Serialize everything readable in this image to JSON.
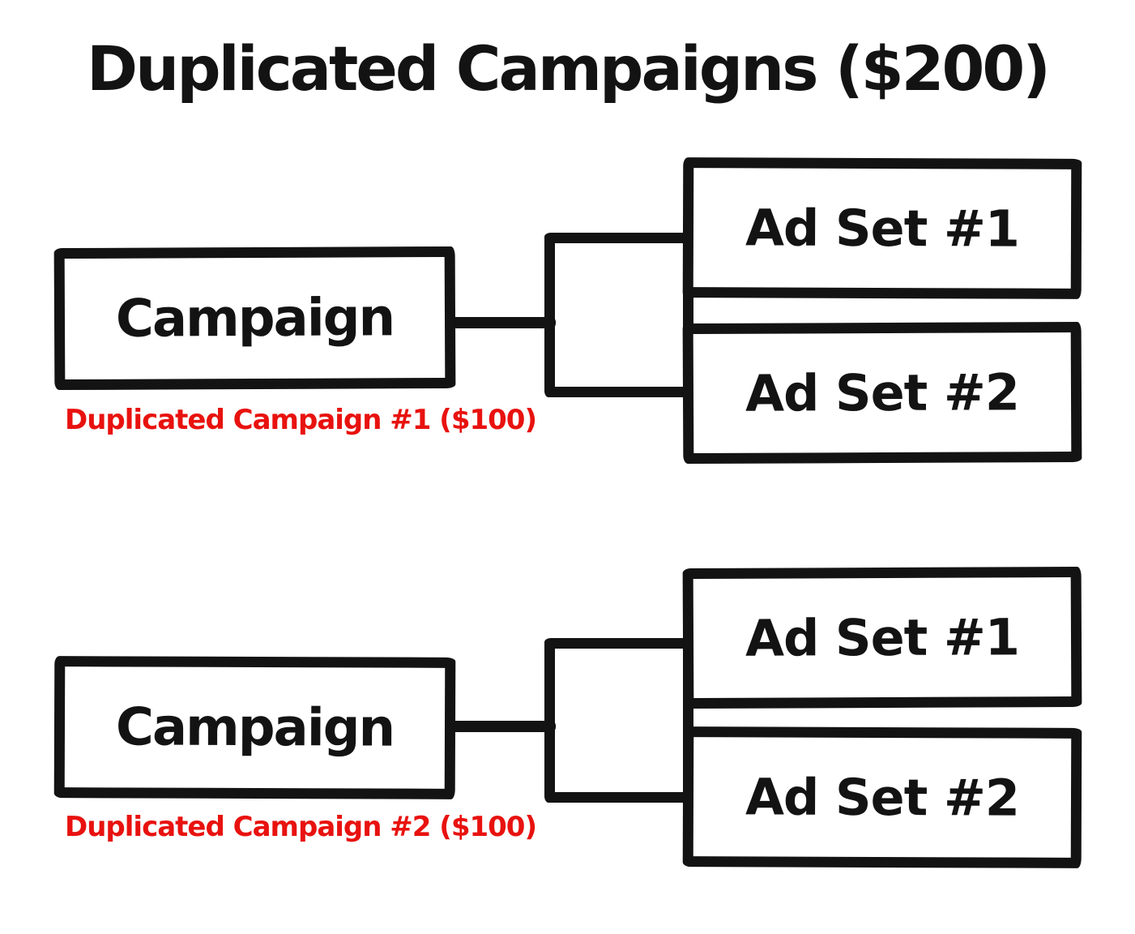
{
  "title": "Duplicated Campaigns ($200)",
  "colors": {
    "ink": "#131313",
    "caption_red": "#e8120f",
    "background": "#ffffff"
  },
  "groups": [
    {
      "campaign_label": "Campaign",
      "caption": "Duplicated Campaign #1 ($100)",
      "ad_sets": [
        "Ad Set #1",
        "Ad Set #2"
      ]
    },
    {
      "campaign_label": "Campaign",
      "caption": "Duplicated Campaign #2 ($100)",
      "ad_sets": [
        "Ad Set #1",
        "Ad Set #2"
      ]
    }
  ]
}
